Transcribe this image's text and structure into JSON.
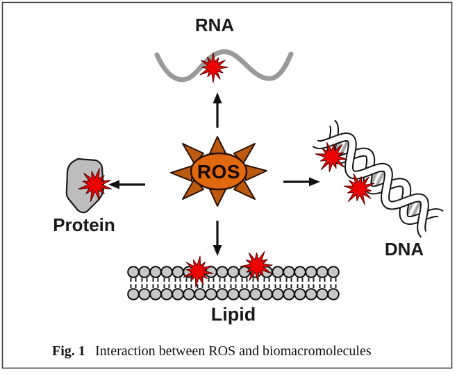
{
  "figure": {
    "ros_label": "ROS",
    "rna_label": "RNA",
    "protein_label": "Protein",
    "dna_label": "DNA",
    "lipid_label": "Lipid"
  },
  "caption": {
    "fig_label": "Fig. 1",
    "text": "Interaction between ROS and biomacromolecules"
  },
  "icons": {
    "ros_sun": "orange-sun-burst",
    "damage_burst": "red-starburst",
    "rna_strand": "gray-wavy-single-strand",
    "dna_helix": "double-helix-ribbon",
    "protein_blob": "gray-globular-protein",
    "lipid_bilayer": "phospholipid-bilayer"
  },
  "colors": {
    "ros_body": "#e0690f",
    "ros_rays": "#bc5b10",
    "damage_burst": "#ec0000",
    "strand_gray": "#9a9a9a",
    "membrane_gray": "#c8c8c8",
    "arrow": "#111111",
    "frame": "#3e3e3e"
  }
}
